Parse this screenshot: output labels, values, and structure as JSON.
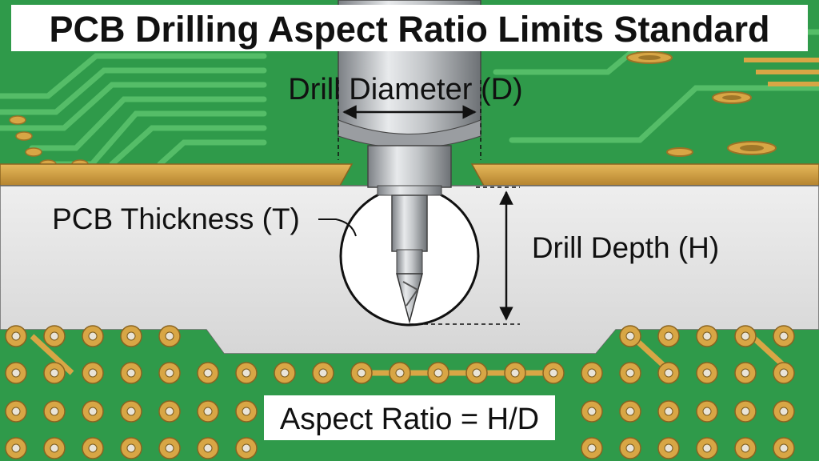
{
  "title": "PCB Drilling Aspect Ratio Limits Standard",
  "labels": {
    "drill_diameter": "Drill Diameter (D)",
    "pcb_thickness": "PCB Thickness (T)",
    "drill_depth": "Drill Depth (H)",
    "aspect_ratio": "Aspect Ratio = H/D"
  },
  "colors": {
    "board_green": "#2f9a4a",
    "board_green_dark": "#1f7a38",
    "trace_green": "#48b35e",
    "copper": "#d8a645",
    "copper_dark": "#9c7226",
    "core_gray": "#e4e4e4",
    "core_outline": "#555555",
    "drill_steel": "#b9bcbf",
    "drill_steel_dark": "#6f7377",
    "text": "#111111",
    "label_bg": "#ffffff"
  }
}
